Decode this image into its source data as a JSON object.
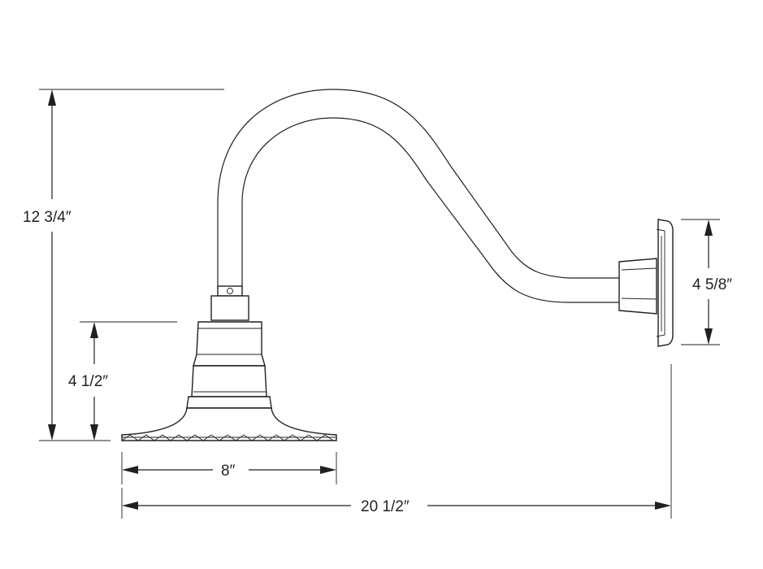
{
  "dimensions": {
    "total_height": "12 3/4″",
    "shade_height": "4 1/2″",
    "shade_width": "8″",
    "overall_length": "20 1/2″",
    "backplate_height": "4 5/8″"
  },
  "colors": {
    "line": "#231f20",
    "background": "#ffffff"
  }
}
